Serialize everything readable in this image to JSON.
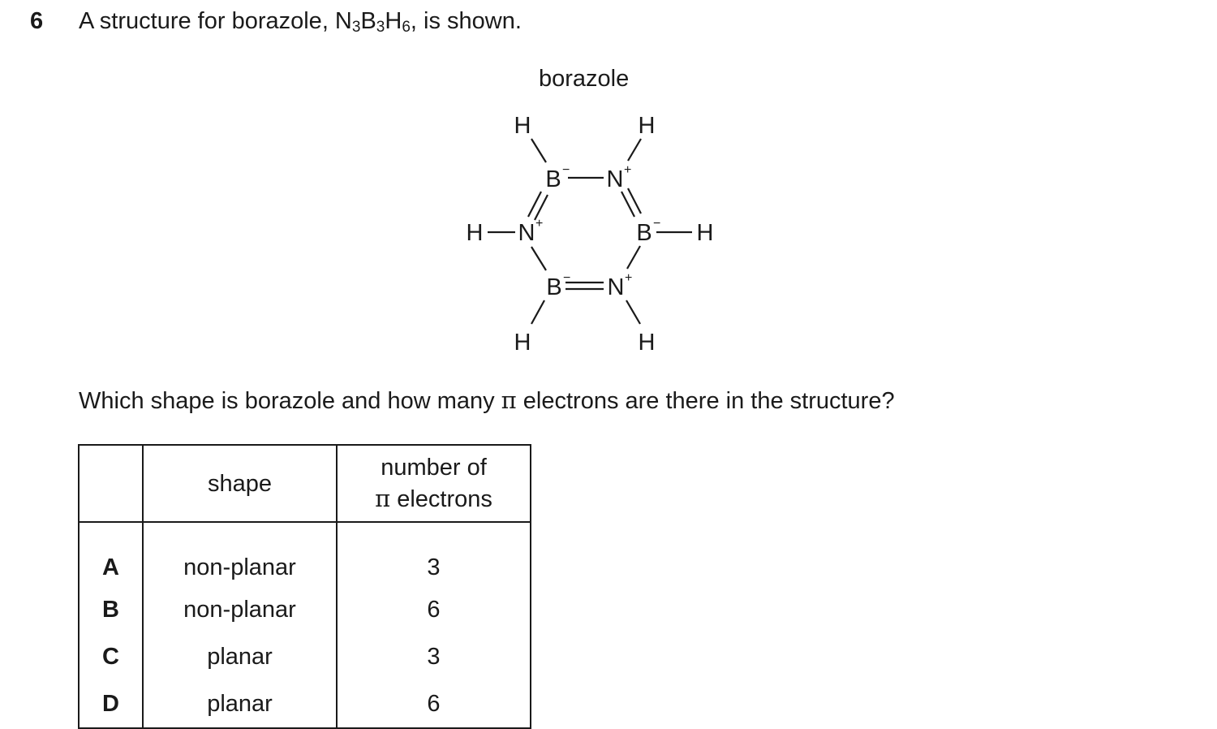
{
  "question": {
    "number": "6",
    "stem_prefix": "A structure for borazole, N",
    "sub1": "3",
    "stem_b": "B",
    "sub2": "3",
    "stem_h": "H",
    "sub3": "6",
    "stem_suffix": ", is shown.",
    "molecule_name": "borazole",
    "prompt_before": "Which shape is borazole and how many ",
    "pi_symbol": "π",
    "prompt_after": " electrons are there in the structure?"
  },
  "structure": {
    "atoms": {
      "h_top_left": "H",
      "h_top_right": "H",
      "h_left": "H",
      "h_right": "H",
      "h_bottom_left": "H",
      "h_bottom_right": "H",
      "b_top": "B",
      "n_top": "N",
      "n_left": "N",
      "b_right": "B",
      "b_bottom": "B",
      "n_bottom": "N"
    },
    "charges": {
      "boron": "−",
      "nitrogen": "+"
    }
  },
  "table": {
    "header_shape": "shape",
    "header_count_line1": "number of",
    "header_count_pi": "π",
    "header_count_line2": " electrons",
    "rows": [
      {
        "letter": "A",
        "shape": "non-planar",
        "count": "3"
      },
      {
        "letter": "B",
        "shape": "non-planar",
        "count": "6"
      },
      {
        "letter": "C",
        "shape": "planar",
        "count": "3"
      },
      {
        "letter": "D",
        "shape": "planar",
        "count": "6"
      }
    ]
  }
}
